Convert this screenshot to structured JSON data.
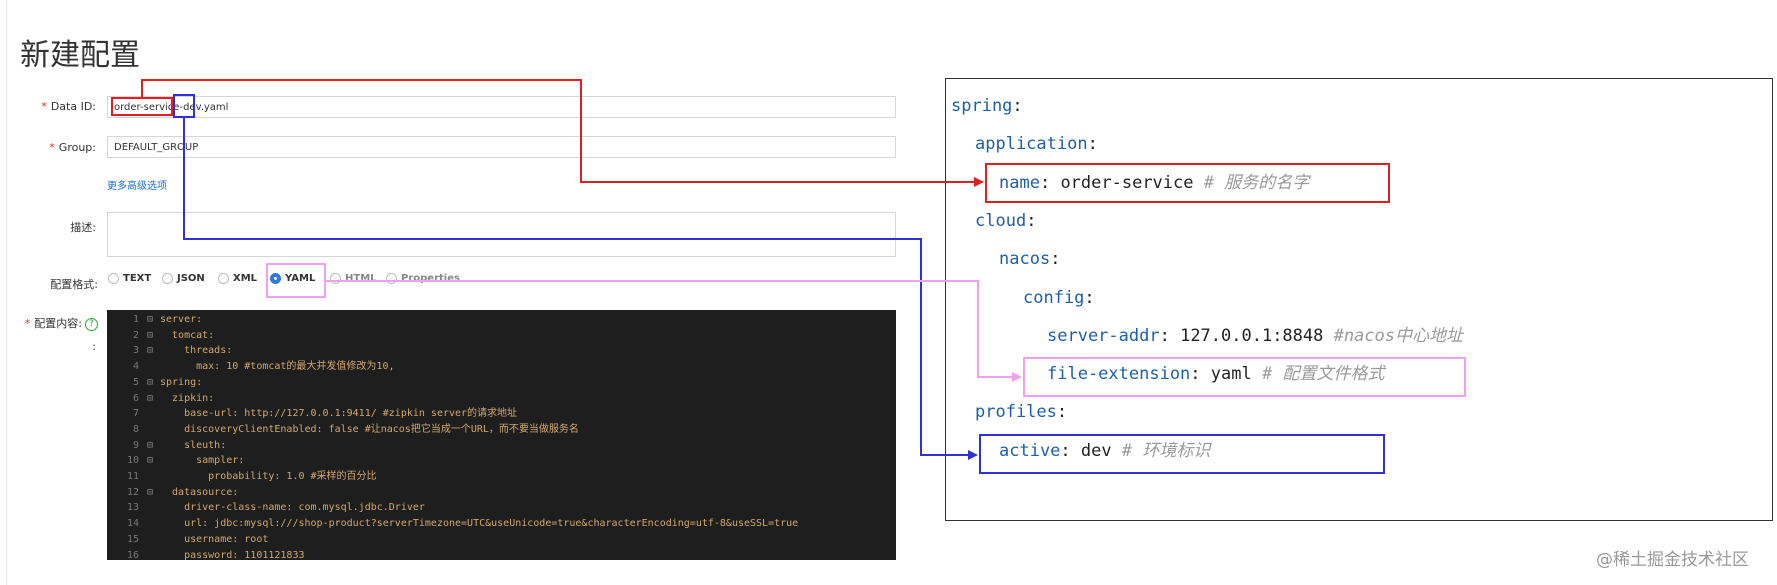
{
  "page_title": "新建配置",
  "form": {
    "data_id": {
      "label": "Data ID:",
      "value": "order-service-dev.yaml"
    },
    "group": {
      "label": "Group:",
      "value": "DEFAULT_GROUP"
    },
    "advanced_link": "更多高级选项",
    "description": {
      "label": "描述:",
      "value": ""
    },
    "format": {
      "label": "配置格式:",
      "options": [
        "TEXT",
        "JSON",
        "XML",
        "YAML",
        "HTML",
        "Properties"
      ],
      "selected": "YAML"
    },
    "content_label": "配置内容:",
    "content_label_suffix": ":",
    "help_glyph": "?"
  },
  "editor": {
    "lines": [
      {
        "n": "1",
        "fold": "⊟",
        "text": "server:"
      },
      {
        "n": "2",
        "fold": "⊟",
        "text": "  tomcat:"
      },
      {
        "n": "3",
        "fold": "⊟",
        "text": "    threads:"
      },
      {
        "n": "4",
        "fold": "",
        "text": "      max: 10 #tomcat的最大并发值修改为10,"
      },
      {
        "n": "5",
        "fold": "⊟",
        "text": "spring:"
      },
      {
        "n": "6",
        "fold": "⊟",
        "text": "  zipkin:"
      },
      {
        "n": "7",
        "fold": "",
        "text": "    base-url: http://127.0.0.1:9411/ #zipkin server的请求地址"
      },
      {
        "n": "8",
        "fold": "",
        "text": "    discoveryClientEnabled: false #让nacos把它当成一个URL，而不要当做服务名"
      },
      {
        "n": "9",
        "fold": "⊟",
        "text": "    sleuth:"
      },
      {
        "n": "10",
        "fold": "⊟",
        "text": "      sampler:"
      },
      {
        "n": "11",
        "fold": "",
        "text": "        probability: 1.0 #采样的百分比"
      },
      {
        "n": "12",
        "fold": "⊟",
        "text": "  datasource:"
      },
      {
        "n": "13",
        "fold": "",
        "text": "    driver-class-name: com.mysql.jdbc.Driver"
      },
      {
        "n": "14",
        "fold": "",
        "text": "    url: jdbc:mysql:///shop-product?serverTimezone=UTC&useUnicode=true&characterEncoding=utf-8&useSSL=true"
      },
      {
        "n": "15",
        "fold": "",
        "text": "    username: root"
      },
      {
        "n": "16",
        "fold": "",
        "text": "    password: 1101121833"
      }
    ]
  },
  "yaml_panel": {
    "lines": [
      {
        "key": "spring",
        "sep": ":",
        "value": "",
        "comment": ""
      },
      {
        "key": "application",
        "sep": ":",
        "value": "",
        "comment": ""
      },
      {
        "key": "name",
        "sep": ":",
        "value": " order-service",
        "comment": " # 服务的名字"
      },
      {
        "key": "cloud",
        "sep": ":",
        "value": "",
        "comment": ""
      },
      {
        "key": "nacos",
        "sep": ":",
        "value": "",
        "comment": ""
      },
      {
        "key": "config",
        "sep": ":",
        "value": "",
        "comment": ""
      },
      {
        "key": "server-addr",
        "sep": ":",
        "value": " 127.0.0.1:8848",
        "comment": " #nacos中心地址"
      },
      {
        "key": "file-extension",
        "sep": ":",
        "value": " yaml",
        "comment": " # 配置文件格式"
      },
      {
        "key": "profiles",
        "sep": ":",
        "value": "",
        "comment": ""
      },
      {
        "key": "active",
        "sep": ":",
        "value": " dev",
        "comment": " # 环境标识"
      }
    ]
  },
  "colors": {
    "red": "#e02020",
    "blue": "#3030d8",
    "pink": "#f0a0f0",
    "yaml_key": "#1d5fa8",
    "editor_bg": "#1e1e1e"
  },
  "watermark": "@稀土掘金技术社区"
}
